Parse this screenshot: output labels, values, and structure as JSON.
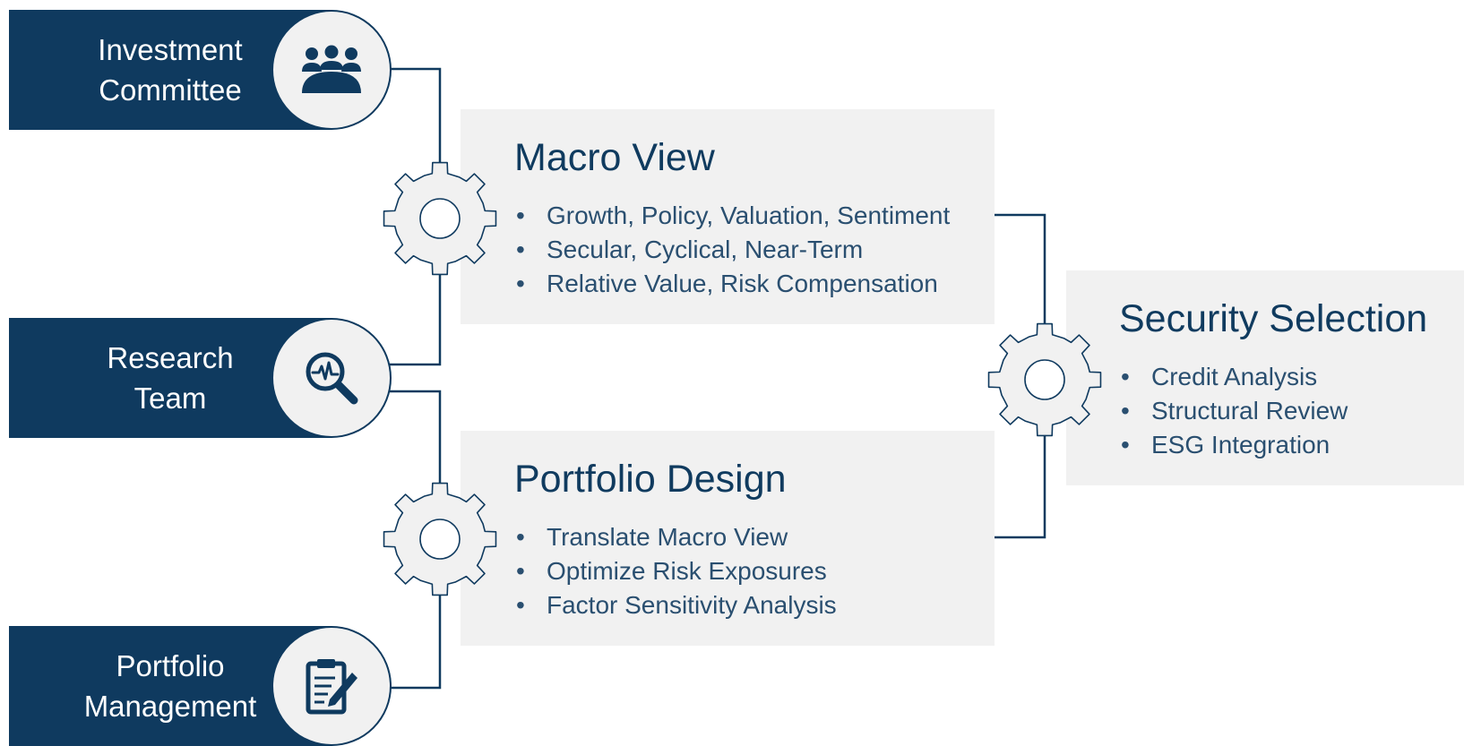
{
  "teams": [
    {
      "name_line1": "Investment",
      "name_line2": "Committee",
      "icon": "people-group-icon"
    },
    {
      "name_line1": "Research",
      "name_line2": "Team",
      "icon": "magnifier-pulse-icon"
    },
    {
      "name_line1": "Portfolio",
      "name_line2": "Management",
      "icon": "clipboard-pen-icon"
    }
  ],
  "stages": {
    "macro_view": {
      "title": "Macro View",
      "bullets": [
        "Growth, Policy, Valuation, Sentiment",
        "Secular, Cyclical, Near-Term",
        "Relative Value, Risk Compensation"
      ]
    },
    "portfolio_design": {
      "title": "Portfolio Design",
      "bullets": [
        "Translate Macro View",
        "Optimize Risk Exposures",
        "Factor Sensitivity Analysis"
      ]
    },
    "security_selection": {
      "title": "Security Selection",
      "bullets": [
        "Credit Analysis",
        "Structural Review",
        "ESG Integration"
      ]
    }
  },
  "colors": {
    "navy": "#0f3a5f",
    "panel": "#f1f1f1",
    "text": "#1e4466"
  }
}
